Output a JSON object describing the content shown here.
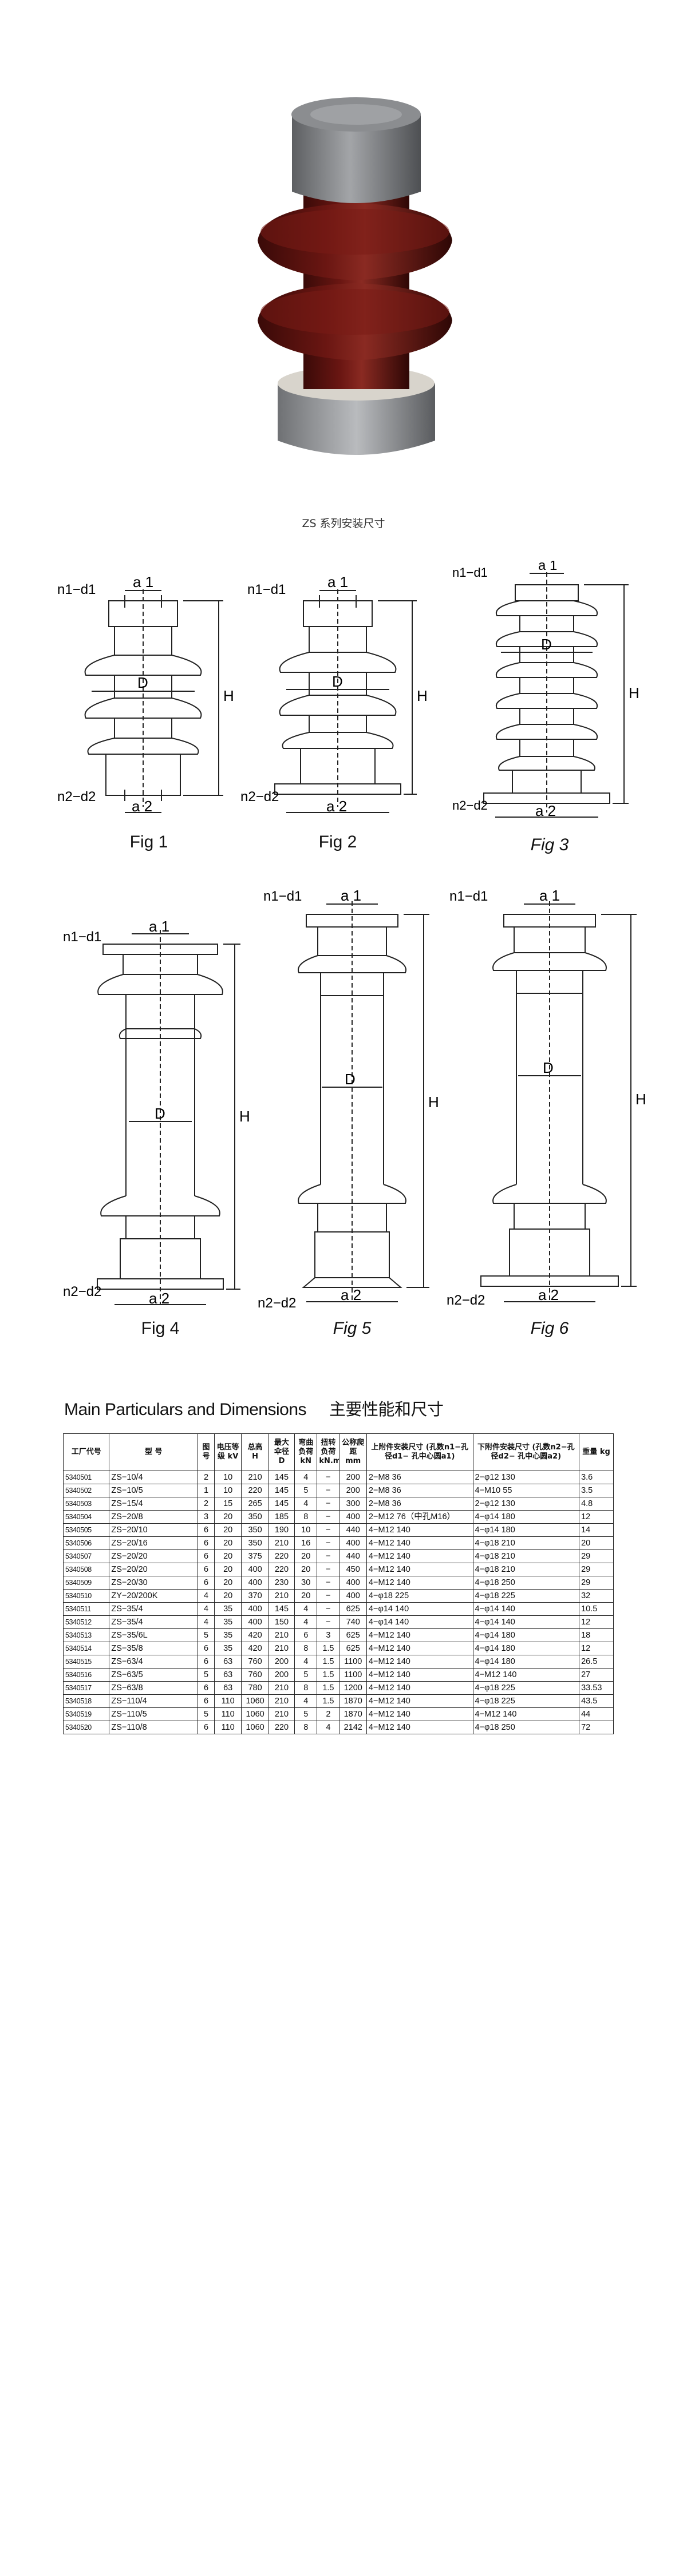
{
  "caption": "ZS 系列安装尺寸",
  "figures": {
    "fig1": {
      "label": "Fig 1",
      "top_holes": "n1−d1",
      "top_dim": "a 1",
      "center_dim": "D",
      "height_dim": "H",
      "bottom_holes": "n2−d2",
      "bottom_dim": "a 2"
    },
    "fig2": {
      "label": "Fig 2",
      "top_holes": "n1−d1",
      "top_dim": "a 1",
      "center_dim": "D",
      "height_dim": "H",
      "bottom_holes": "n2−d2",
      "bottom_dim": "a 2"
    },
    "fig3": {
      "label": "Fig 3",
      "top_holes": "n1−d1",
      "top_dim": "a 1",
      "center_dim": "D",
      "height_dim": "H",
      "bottom_holes": "n2−d2",
      "bottom_dim": "a 2"
    },
    "fig4": {
      "label": "Fig 4",
      "top_holes": "n1−d1",
      "top_dim": "a 1",
      "center_dim": "D",
      "height_dim": "H",
      "bottom_holes": "n2−d2",
      "bottom_dim": "a 2"
    },
    "fig5": {
      "label": "Fig 5",
      "top_holes": "n1−d1",
      "top_dim": "a 1",
      "center_dim": "D",
      "height_dim": "H",
      "bottom_holes": "n2−d2",
      "bottom_dim": "a 2"
    },
    "fig6": {
      "label": "Fig 6",
      "top_holes": "n1−d1",
      "top_dim": "a 1",
      "center_dim": "D",
      "height_dim": "H",
      "bottom_holes": "n2−d2",
      "bottom_dim": "a 2"
    }
  },
  "spec": {
    "title_en": "Main Particulars and Dimensions",
    "title_cn": "主要性能和尺寸",
    "headers": [
      "工厂代号",
      "型 号",
      "图号",
      "电压等级 kV",
      "总高 H",
      "最大伞径 D",
      "弯曲负荷 kN",
      "扭转负荷 kN.m",
      "公称爬距 mm",
      "上附件安装尺寸 (孔数n1−孔径d1− 孔中心圆a1)",
      "下附件安装尺寸 (孔数n2−孔径d2− 孔中心圆a2)",
      "重量 kg"
    ],
    "rows": [
      [
        "5340501",
        "ZS−10/4",
        "2",
        "10",
        "210",
        "145",
        "4",
        "−",
        "200",
        "2−M8 36",
        "2−φ12 130",
        "3.6"
      ],
      [
        "5340502",
        "ZS−10/5",
        "1",
        "10",
        "220",
        "145",
        "5",
        "−",
        "200",
        "2−M8 36",
        "4−M10 55",
        "3.5"
      ],
      [
        "5340503",
        "ZS−15/4",
        "2",
        "15",
        "265",
        "145",
        "4",
        "−",
        "300",
        "2−M8 36",
        "2−φ12 130",
        "4.8"
      ],
      [
        "5340504",
        "ZS−20/8",
        "3",
        "20",
        "350",
        "185",
        "8",
        "−",
        "400",
        "2−M12 76（中孔M16）",
        "4−φ14 180",
        "12"
      ],
      [
        "5340505",
        "ZS−20/10",
        "6",
        "20",
        "350",
        "190",
        "10",
        "−",
        "440",
        "4−M12 140",
        "4−φ14 180",
        "14"
      ],
      [
        "5340506",
        "ZS−20/16",
        "6",
        "20",
        "350",
        "210",
        "16",
        "−",
        "400",
        "4−M12 140",
        "4−φ18 210",
        "20"
      ],
      [
        "5340507",
        "ZS−20/20",
        "6",
        "20",
        "375",
        "220",
        "20",
        "−",
        "440",
        "4−M12 140",
        "4−φ18 210",
        "29"
      ],
      [
        "5340508",
        "ZS−20/20",
        "6",
        "20",
        "400",
        "220",
        "20",
        "−",
        "450",
        "4−M12 140",
        "4−φ18 210",
        "29"
      ],
      [
        "5340509",
        "ZS−20/30",
        "6",
        "20",
        "400",
        "230",
        "30",
        "−",
        "400",
        "4−M12 140",
        "4−φ18 250",
        "29"
      ],
      [
        "5340510",
        "ZY−20/200K",
        "4",
        "20",
        "370",
        "210",
        "20",
        "−",
        "400",
        "4−φ18 225",
        "4−φ18 225",
        "32"
      ],
      [
        "5340511",
        "ZS−35/4",
        "4",
        "35",
        "400",
        "145",
        "4",
        "−",
        "625",
        "4−φ14 140",
        "4−φ14 140",
        "10.5"
      ],
      [
        "5340512",
        "ZS−35/4",
        "4",
        "35",
        "400",
        "150",
        "4",
        "−",
        "740",
        "4−φ14 140",
        "4−φ14 140",
        "12"
      ],
      [
        "5340513",
        "ZS−35/6L",
        "5",
        "35",
        "420",
        "210",
        "6",
        "3",
        "625",
        "4−M12 140",
        "4−φ14 180",
        "18"
      ],
      [
        "5340514",
        "ZS−35/8",
        "6",
        "35",
        "420",
        "210",
        "8",
        "1.5",
        "625",
        "4−M12 140",
        "4−φ14 180",
        "12"
      ],
      [
        "5340515",
        "ZS−63/4",
        "6",
        "63",
        "760",
        "200",
        "4",
        "1.5",
        "1100",
        "4−M12 140",
        "4−φ14 180",
        "26.5"
      ],
      [
        "5340516",
        "ZS−63/5",
        "5",
        "63",
        "760",
        "200",
        "5",
        "1.5",
        "1100",
        "4−M12 140",
        "4−M12 140",
        "27"
      ],
      [
        "5340517",
        "ZS−63/8",
        "6",
        "63",
        "780",
        "210",
        "8",
        "1.5",
        "1200",
        "4−M12 140",
        "4−φ18 225",
        "33.53"
      ],
      [
        "5340518",
        "ZS−110/4",
        "6",
        "110",
        "1060",
        "210",
        "4",
        "1.5",
        "1870",
        "4−M12 140",
        "4−φ18 225",
        "43.5"
      ],
      [
        "5340519",
        "ZS−110/5",
        "5",
        "110",
        "1060",
        "210",
        "5",
        "2",
        "1870",
        "4−M12 140",
        "4−M12 140",
        "44"
      ],
      [
        "5340520",
        "ZS−110/8",
        "6",
        "110",
        "1060",
        "220",
        "8",
        "4",
        "2142",
        "4−M12 140",
        "4−φ18 250",
        "72"
      ]
    ]
  }
}
